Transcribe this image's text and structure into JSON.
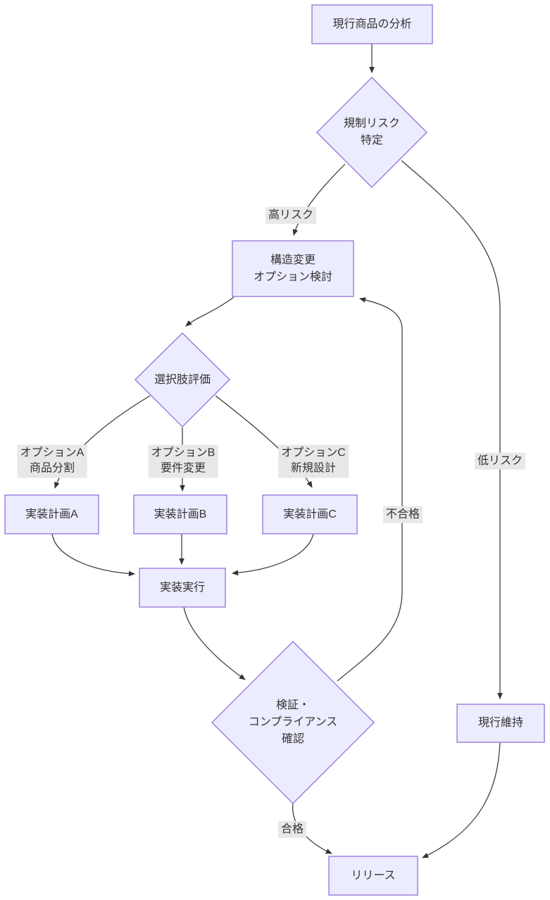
{
  "diagram": {
    "type": "flowchart",
    "direction": "top-down",
    "nodes": {
      "analysis": {
        "shape": "rect",
        "lines": [
          "現行商品の分析"
        ]
      },
      "risk_check": {
        "shape": "diamond",
        "lines": [
          "規制リスク",
          "特定"
        ]
      },
      "option_study": {
        "shape": "rect",
        "lines": [
          "構造変更",
          "オプション検討"
        ]
      },
      "evaluate": {
        "shape": "diamond",
        "lines": [
          "選択肢評価"
        ]
      },
      "plan_a": {
        "shape": "rect",
        "lines": [
          "実装計画A"
        ]
      },
      "plan_b": {
        "shape": "rect",
        "lines": [
          "実装計画B"
        ]
      },
      "plan_c": {
        "shape": "rect",
        "lines": [
          "実装計画C"
        ]
      },
      "execute": {
        "shape": "rect",
        "lines": [
          "実装実行"
        ]
      },
      "verify": {
        "shape": "diamond",
        "lines": [
          "検証・",
          "コンプライアンス",
          "確認"
        ]
      },
      "maintain": {
        "shape": "rect",
        "lines": [
          "現行維持"
        ]
      },
      "release": {
        "shape": "rect",
        "lines": [
          "リリース"
        ]
      }
    },
    "edge_labels": {
      "high_risk": "高リスク",
      "low_risk": "低リスク",
      "fail": "不合格",
      "pass": "合格",
      "option_a": {
        "lines": [
          "オプションA",
          "商品分割"
        ]
      },
      "option_b": {
        "lines": [
          "オプションB",
          "要件変更"
        ]
      },
      "option_c": {
        "lines": [
          "オプションC",
          "新規設計"
        ]
      }
    },
    "edges": [
      {
        "from": "analysis",
        "to": "risk_check",
        "label": ""
      },
      {
        "from": "risk_check",
        "to": "option_study",
        "label": "高リスク"
      },
      {
        "from": "risk_check",
        "to": "maintain",
        "label": "低リスク"
      },
      {
        "from": "option_study",
        "to": "evaluate",
        "label": ""
      },
      {
        "from": "evaluate",
        "to": "plan_a",
        "label": "オプションA 商品分割"
      },
      {
        "from": "evaluate",
        "to": "plan_b",
        "label": "オプションB 要件変更"
      },
      {
        "from": "evaluate",
        "to": "plan_c",
        "label": "オプションC 新規設計"
      },
      {
        "from": "plan_a",
        "to": "execute",
        "label": ""
      },
      {
        "from": "plan_b",
        "to": "execute",
        "label": ""
      },
      {
        "from": "plan_c",
        "to": "execute",
        "label": ""
      },
      {
        "from": "execute",
        "to": "verify",
        "label": ""
      },
      {
        "from": "verify",
        "to": "option_study",
        "label": "不合格"
      },
      {
        "from": "verify",
        "to": "release",
        "label": "合格"
      },
      {
        "from": "maintain",
        "to": "release",
        "label": ""
      }
    ],
    "colors": {
      "node_fill": "#ECECFF",
      "node_border": "#9370DB",
      "edge_line": "#333333",
      "edge_label_bg": "#e8e8e8",
      "text": "#333333"
    }
  }
}
